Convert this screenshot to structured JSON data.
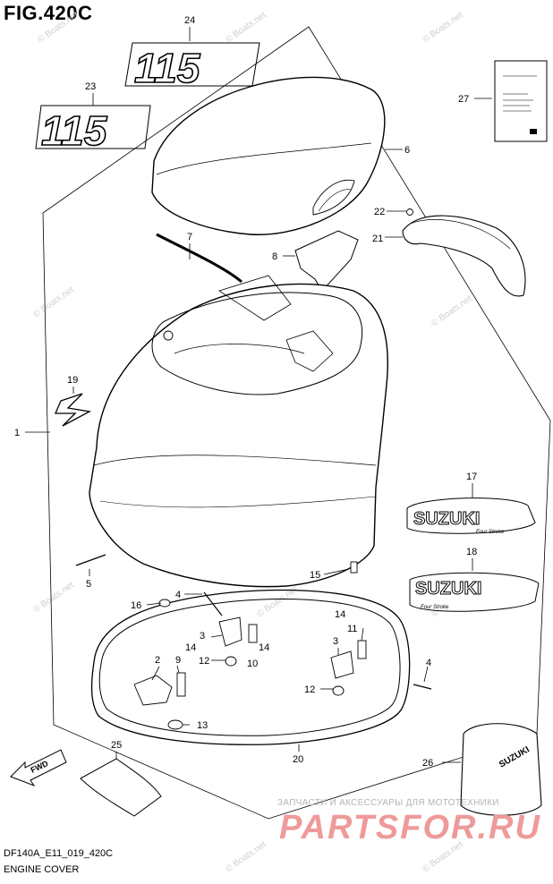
{
  "figure": {
    "title": "FIG.420C"
  },
  "footer": {
    "code": "DF140A_E11_019_420C",
    "caption": "ENGINE COVER"
  },
  "watermark": {
    "text": "© Boats.net",
    "ru_text": "ЗАПЧАСТИ И АКСЕССУАРЫ ДЛЯ МОТОТЕХНИКИ",
    "logo_text": "PARTSFOR.RU"
  },
  "decals": {
    "model_number": "115",
    "brand_upper": "SUZUKI",
    "brand_lower": "SUZUKI",
    "brand_script_upper": "Four Stroke",
    "brand_script_lower": "Four Stroke",
    "cover_brand": "SUZUKI",
    "fwd": "FWD"
  },
  "callouts": [
    {
      "num": "1"
    },
    {
      "num": "2"
    },
    {
      "num": "3"
    },
    {
      "num": "3"
    },
    {
      "num": "4"
    },
    {
      "num": "4"
    },
    {
      "num": "5"
    },
    {
      "num": "6"
    },
    {
      "num": "7"
    },
    {
      "num": "8"
    },
    {
      "num": "9"
    },
    {
      "num": "10"
    },
    {
      "num": "11"
    },
    {
      "num": "12"
    },
    {
      "num": "12"
    },
    {
      "num": "13"
    },
    {
      "num": "14"
    },
    {
      "num": "14"
    },
    {
      "num": "14"
    },
    {
      "num": "15"
    },
    {
      "num": "16"
    },
    {
      "num": "17"
    },
    {
      "num": "18"
    },
    {
      "num": "19"
    },
    {
      "num": "20"
    },
    {
      "num": "21"
    },
    {
      "num": "22"
    },
    {
      "num": "23"
    },
    {
      "num": "24"
    },
    {
      "num": "25"
    },
    {
      "num": "26"
    },
    {
      "num": "27"
    }
  ],
  "colors": {
    "line": "#000000",
    "watermark": "#c8c8c8",
    "logo": "#ef9a9a"
  }
}
